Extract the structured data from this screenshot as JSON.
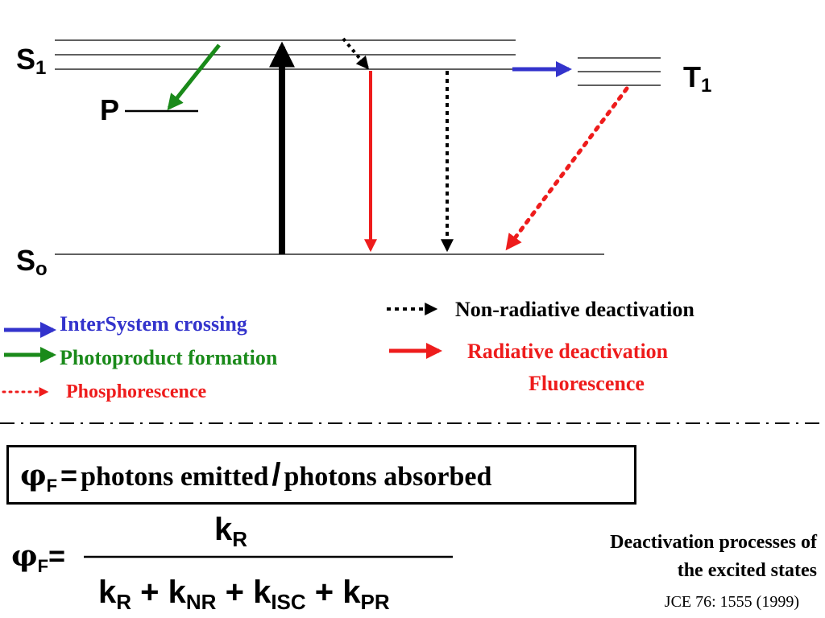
{
  "levels": {
    "s1": {
      "main": "S",
      "sub": "1"
    },
    "so": {
      "main": "S",
      "sub": "o"
    },
    "t1": {
      "main": "T",
      "sub": "1"
    },
    "p": "P"
  },
  "legend": {
    "isc": "InterSystem   crossing",
    "photoproduct": "Photoproduct   formation",
    "phosphorescence": "Phosphorescence",
    "nonradiative": "Non-radiative   deactivation",
    "radiative": "Radiative   deactivation",
    "fluorescence": "Fluorescence"
  },
  "colors": {
    "isc": "#3333cc",
    "photoproduct": "#1a8a1a",
    "radiative": "#ee1c1c",
    "nonradiative": "#000000"
  },
  "definition": {
    "phi": "φ",
    "sub": "F",
    "eq": "=",
    "left": "photons emitted",
    "slash": "/",
    "right": "photons absorbed"
  },
  "formula": {
    "phi": "φ",
    "sub": "F",
    "eq": "=",
    "numerator": {
      "k": "k",
      "sub": "R"
    },
    "denominator": [
      {
        "k": "k",
        "sub": "R"
      },
      {
        "op": "+"
      },
      {
        "k": "k",
        "sub": "NR"
      },
      {
        "op": "+"
      },
      {
        "k": "k",
        "sub": "ISC"
      },
      {
        "op": "+"
      },
      {
        "k": "k",
        "sub": "PR"
      }
    ]
  },
  "caption": {
    "line1": "Deactivation  processes  of",
    "line2": "the  excited   states",
    "citation": "JCE 76: 1555 (1999)"
  }
}
